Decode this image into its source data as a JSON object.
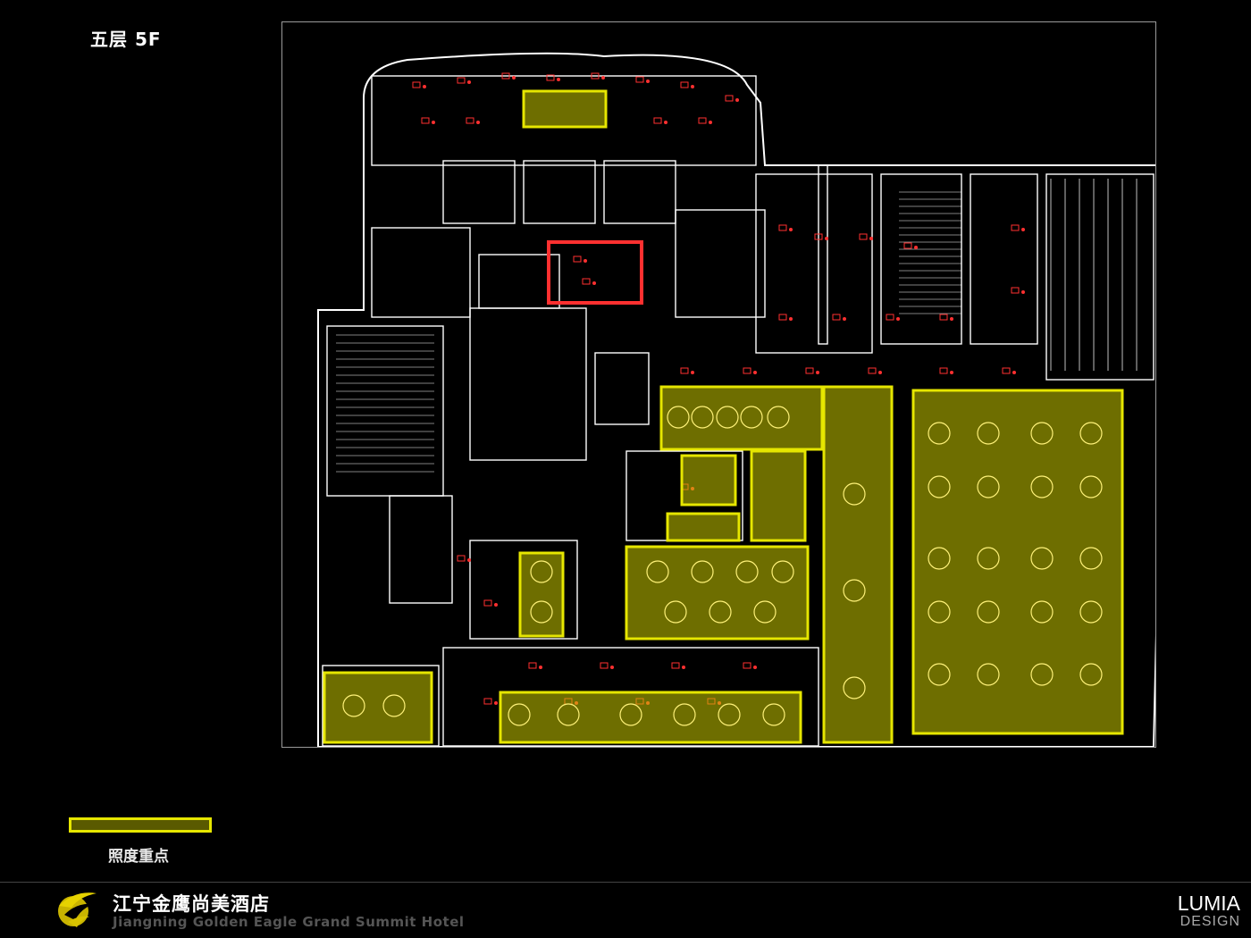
{
  "floor_title": "五层 5F",
  "legend": {
    "label": "照度重点",
    "color": "#e6e600"
  },
  "hotel": {
    "name_cn": "江宁金鹰尚美酒店",
    "name_en": "Jiangning Golden Eagle Grand Summit Hotel"
  },
  "brand": {
    "name": "LUMIA",
    "sub": "DESIGN"
  },
  "colors": {
    "background": "#000000",
    "line": "#ffffff",
    "furniture": "#ff3030",
    "highlight": "#e6e600"
  }
}
